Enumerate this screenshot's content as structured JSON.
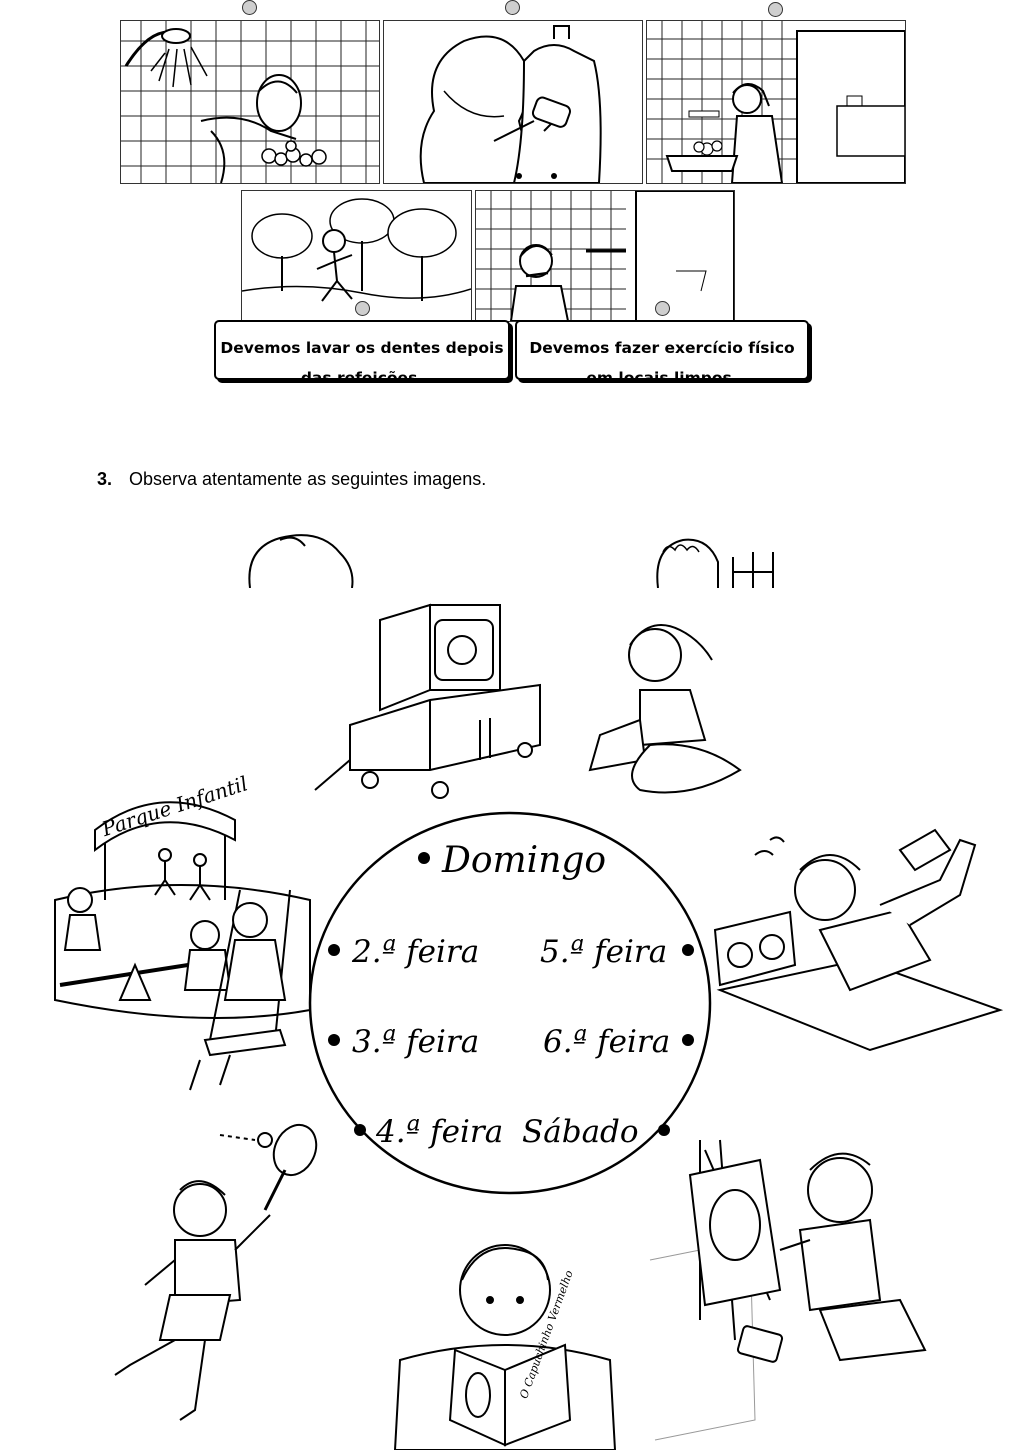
{
  "captions": {
    "teeth": "Devemos lavar os dentes depois das refeições.",
    "exercise": "Devemos fazer exercício físico em locais limpos."
  },
  "question": {
    "number": "3.",
    "text": "Observa atentamente as seguintes imagens."
  },
  "wheel": {
    "title": "Domingo",
    "days": {
      "monday": "2.ª feira",
      "tuesday": "3.ª feira",
      "wednesday": "4.ª feira",
      "thursday": "5.ª feira",
      "friday": "6.ª feira",
      "saturday": "Sábado"
    },
    "park_sign": "Parque Infantil",
    "book_title": "O Capuchinho Vermelho"
  }
}
